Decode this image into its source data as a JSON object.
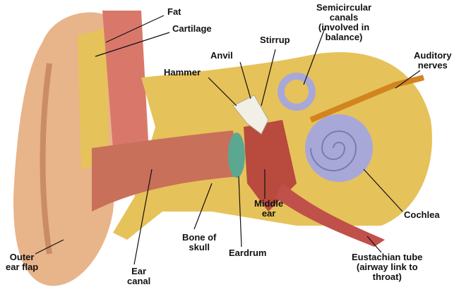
{
  "labels": {
    "fat": "Fat",
    "cartilage": "Cartilage",
    "semicircular_canals": "Semicircular\ncanals\n(involved in\nbalance)",
    "stirrup": "Stirrup",
    "anvil": "Anvil",
    "hammer": "Hammer",
    "auditory_nerves": "Auditory\nnerves",
    "cochlea": "Cochlea",
    "middle_ear": "Middle\near",
    "eardrum": "Eardrum",
    "bone_of_skull": "Bone of\nskull",
    "ear_canal": "Ear\ncanal",
    "outer_ear_flap": "Outer\near flap",
    "eustachian_tube": "Eustachian tube\n(airway link to\nthroat)"
  },
  "colors": {
    "skin": "#e8b48a",
    "bone": "#e6c25a",
    "canal": "#c8705a",
    "cochlea": "#a8a8d8",
    "eardrum": "#5aa890",
    "muscle": "#c0504a"
  }
}
